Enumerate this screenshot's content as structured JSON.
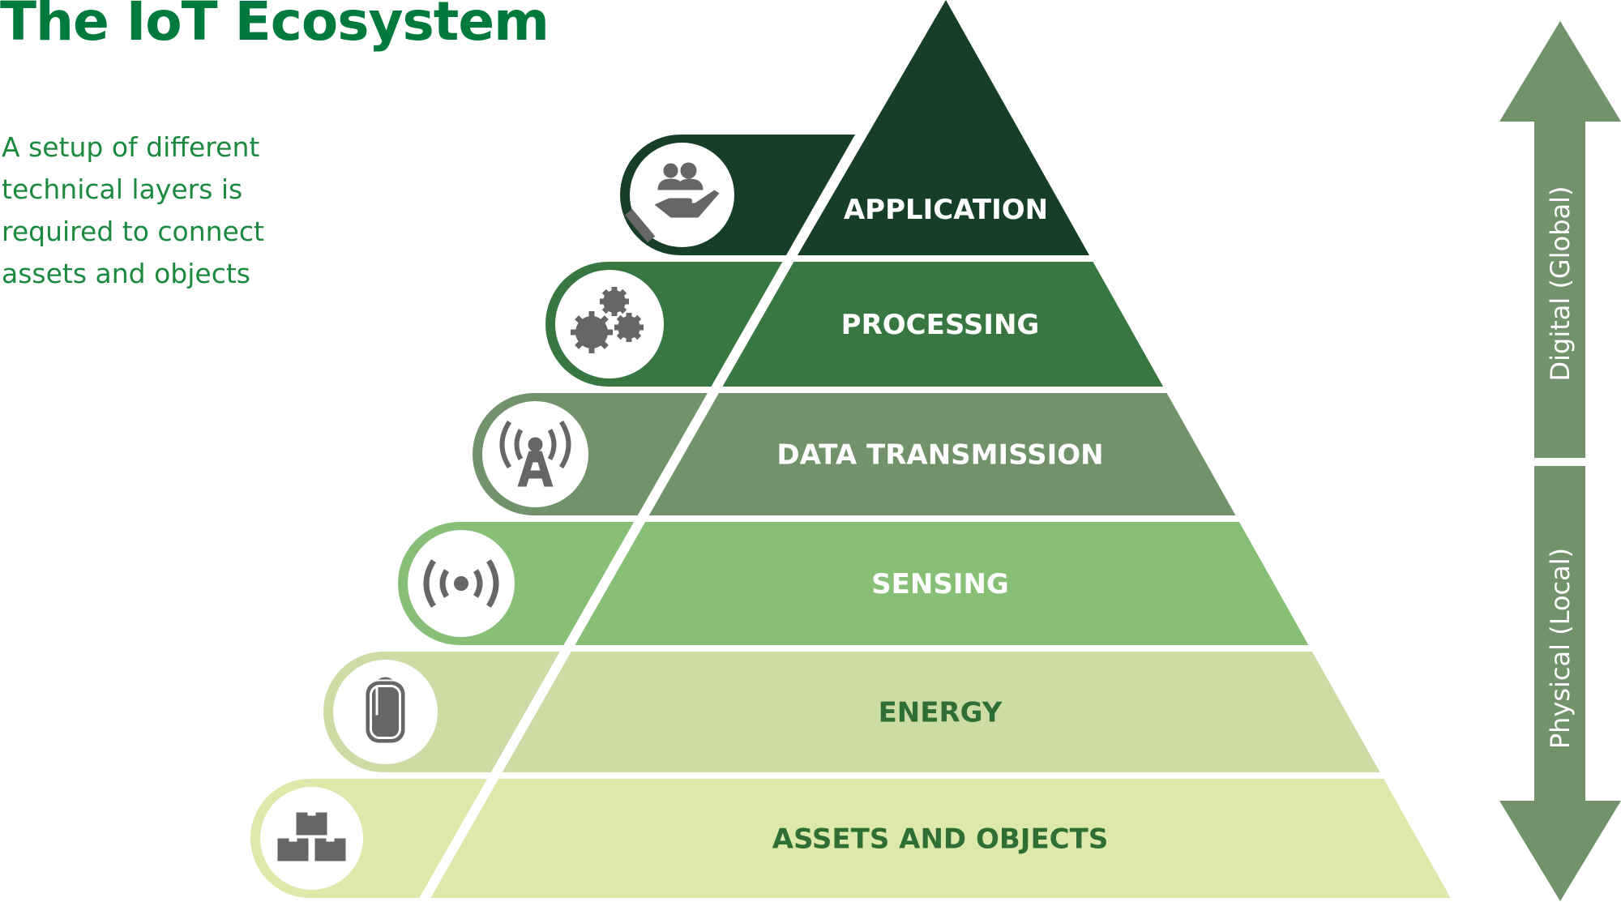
{
  "title": "The IoT Ecosystem",
  "subtitle": "A setup of different technical layers is required to connect assets and objects",
  "layers": [
    {
      "label": "APPLICATION",
      "icon": "hand-holding-people-icon",
      "fill": "#173f28",
      "text_color": "#ffffff"
    },
    {
      "label": "PROCESSING",
      "icon": "gears-icon",
      "fill": "#387741",
      "text_color": "#ffffff"
    },
    {
      "label": "DATA TRANSMISSION",
      "icon": "radio-tower-icon",
      "fill": "#72926c",
      "text_color": "#ffffff"
    },
    {
      "label": "SENSING",
      "icon": "sensor-signal-icon",
      "fill": "#88bf76",
      "text_color": "#ffffff"
    },
    {
      "label": "ENERGY",
      "icon": "battery-icon",
      "fill": "#cddba5",
      "text_color": "#2f6f36"
    },
    {
      "label": "ASSETS AND OBJECTS",
      "icon": "boxes-icon",
      "fill": "#dce9ab",
      "text_color": "#2f6f36"
    }
  ],
  "scale_arrow": {
    "top_label": "Digital (Global)",
    "bottom_label": "Physical (Local)",
    "color": "#72926c"
  },
  "colors": {
    "title": "#007a3d",
    "icon": "#666666"
  }
}
